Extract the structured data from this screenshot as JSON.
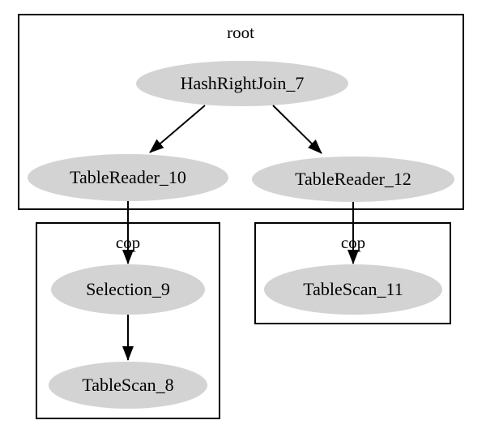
{
  "diagram": {
    "type": "graph",
    "background_color": "#ffffff",
    "node_fill_color": "#d3d3d3",
    "text_color": "#000000",
    "border_color": "#000000",
    "clusters": [
      {
        "id": "root",
        "label": "root"
      },
      {
        "id": "cop_left",
        "label": "cop"
      },
      {
        "id": "cop_right",
        "label": "cop"
      }
    ],
    "nodes": [
      {
        "id": "HashRightJoin_7",
        "label": "HashRightJoin_7",
        "cluster": "root"
      },
      {
        "id": "TableReader_10",
        "label": "TableReader_10",
        "cluster": "root"
      },
      {
        "id": "TableReader_12",
        "label": "TableReader_12",
        "cluster": "root"
      },
      {
        "id": "Selection_9",
        "label": "Selection_9",
        "cluster": "cop_left"
      },
      {
        "id": "TableScan_8",
        "label": "TableScan_8",
        "cluster": "cop_left"
      },
      {
        "id": "TableScan_11",
        "label": "TableScan_11",
        "cluster": "cop_right"
      }
    ],
    "edges": [
      {
        "from": "HashRightJoin_7",
        "to": "TableReader_10"
      },
      {
        "from": "HashRightJoin_7",
        "to": "TableReader_12"
      },
      {
        "from": "TableReader_10",
        "to": "Selection_9"
      },
      {
        "from": "TableReader_12",
        "to": "TableScan_11"
      },
      {
        "from": "Selection_9",
        "to": "TableScan_8"
      }
    ]
  }
}
